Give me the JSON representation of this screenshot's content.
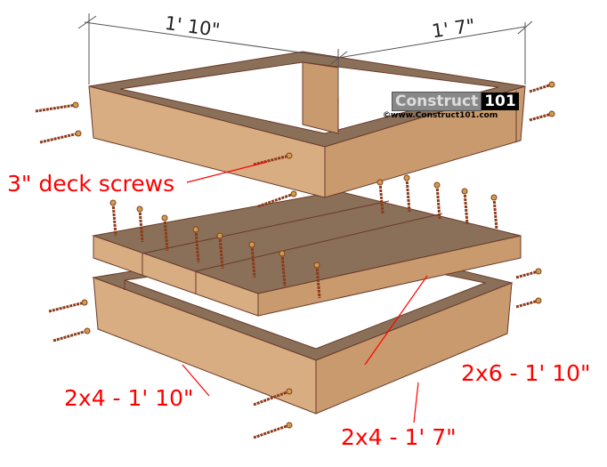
{
  "dimensions": {
    "top_length": "1' 10\"",
    "top_width": "1' 7\""
  },
  "labels": {
    "screws": "3\" deck screws",
    "panel": "2x6 - 1' 10\"",
    "bottom_long": "2x4 - 1' 10\"",
    "bottom_short": "2x4 - 1' 7\""
  },
  "logo": {
    "name_a": "Construct",
    "name_b": "101",
    "url": "©www.Construct101.com"
  },
  "colors": {
    "wood_top": "#8a7058",
    "wood_side": "#d9ad82",
    "wood_side_dark": "#c99a6e",
    "label": "#ff0000",
    "screw": "#8b3a1a"
  }
}
